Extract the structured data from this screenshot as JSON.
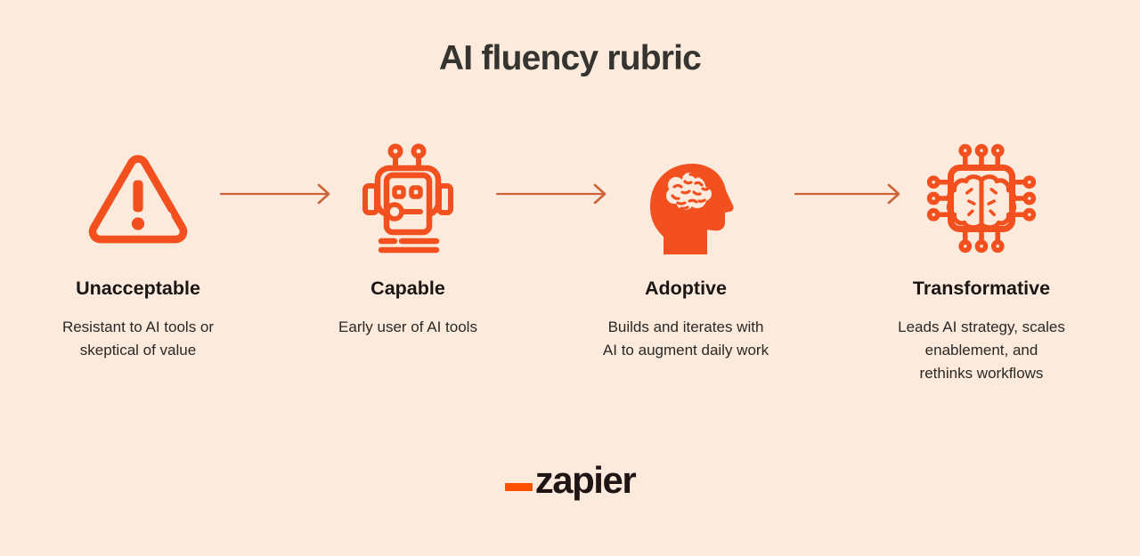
{
  "title": "AI fluency rubric",
  "colors": {
    "background": "#FCEBDC",
    "accent": "#F2501F",
    "arrow": "#CE6238",
    "title": "#363430",
    "heading": "#1B1614",
    "body": "#2B2724",
    "logo_text": "#201515",
    "logo_underscore": "#FF4F00"
  },
  "stages": [
    {
      "icon": "warning-triangle-icon",
      "label": "Unacceptable",
      "description": "Resistant to AI tools or\nskeptical of value"
    },
    {
      "icon": "robot-icon",
      "label": "Capable",
      "description": "Early user of AI tools"
    },
    {
      "icon": "head-brain-icon",
      "label": "Adoptive",
      "description": "Builds and iterates with\nAI to augment daily work"
    },
    {
      "icon": "chip-brain-icon",
      "label": "Transformative",
      "description": "Leads AI strategy, scales\nenablement, and\nrethinks workflows"
    }
  ],
  "logo": {
    "text": "zapier"
  }
}
